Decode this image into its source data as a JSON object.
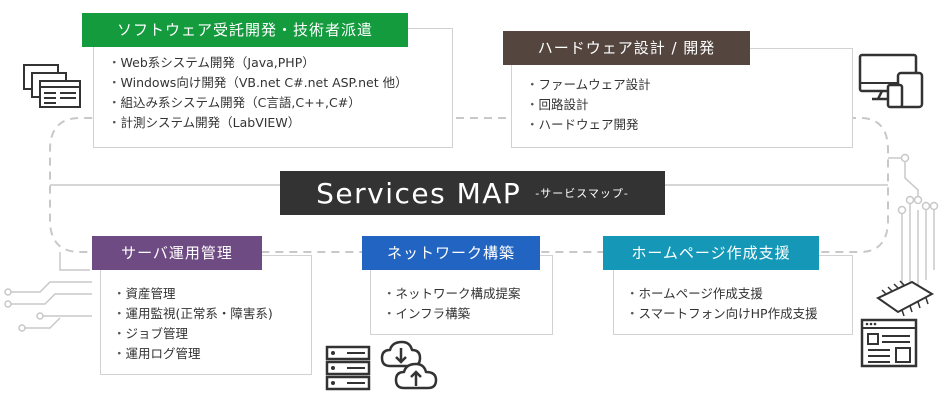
{
  "center": {
    "title": "Services MAP",
    "subtitle": "-サービスマップ-"
  },
  "colors": {
    "software": "#139b3e",
    "hardware": "#54463f",
    "server": "#6f4b83",
    "network": "#2264c2",
    "web": "#1598b8",
    "center": "#333333",
    "lines": "#c8c8c8"
  },
  "software": {
    "title": "ソフトウェア受託開発・技術者派遣",
    "items": [
      "Web系システム開発（Java,PHP）",
      "Windows向け開発（VB.net C#.net ASP.net 他）",
      "組込み系システム開発（C言語,C++,C#）",
      "計測システム開発（LabVIEW）"
    ]
  },
  "hardware": {
    "title": "ハードウェア設計 / 開発",
    "items": [
      "ファームウェア設計",
      "回路設計",
      "ハードウェア開発"
    ]
  },
  "server": {
    "title": "サーバ運用管理",
    "items": [
      "資産管理",
      "運用監視(正常系・障害系)",
      "ジョブ管理",
      "運用ログ管理"
    ]
  },
  "network": {
    "title": "ネットワーク構築",
    "items": [
      "ネットワーク構成提案",
      "インフラ構築"
    ]
  },
  "web": {
    "title": "ホームページ作成支援",
    "items": [
      "ホームページ作成支援",
      "スマートフォン向けHP作成支援"
    ]
  },
  "icons": [
    "windows-stack-icon",
    "devices-icon",
    "chip-icon",
    "webpage-layout-icon",
    "server-stack-icon",
    "cloud-sync-icon"
  ]
}
